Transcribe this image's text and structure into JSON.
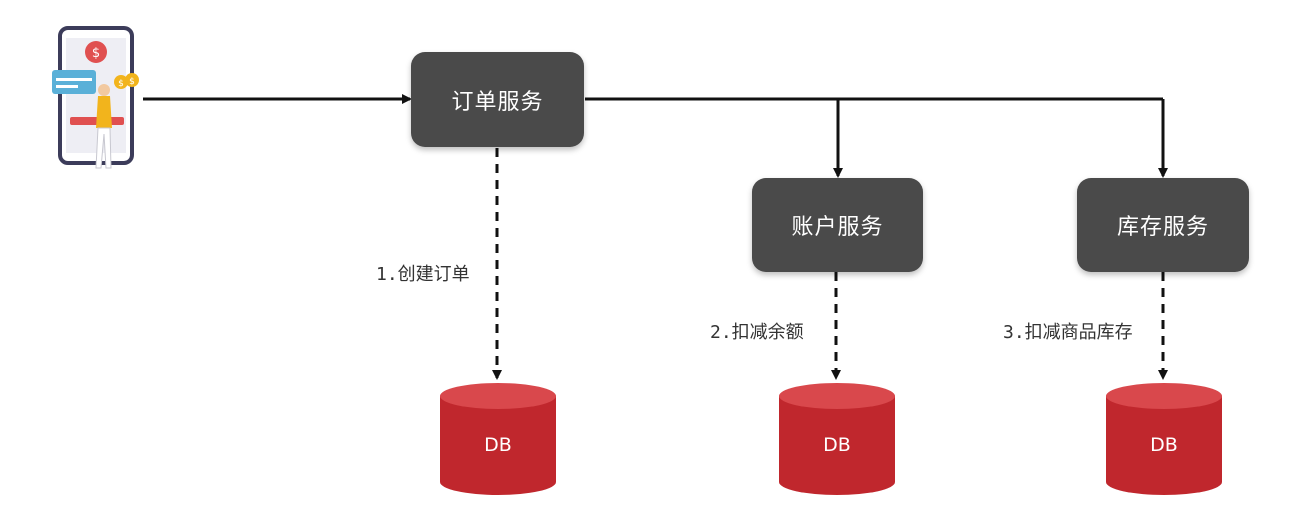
{
  "services": {
    "order": "订单服务",
    "account": "账户服务",
    "inventory": "库存服务"
  },
  "steps": {
    "create_order": "1.创建订单",
    "deduct_balance": "2.扣减余额",
    "deduct_stock": "3.扣减商品库存"
  },
  "databases": {
    "db1": "DB",
    "db2": "DB",
    "db3": "DB"
  },
  "colors": {
    "service_box": "#4a4a4a",
    "db_fill": "#c0272d",
    "db_top": "#d9484c",
    "arrow": "#111111"
  },
  "icons": {
    "client": "mobile-payment-icon"
  }
}
